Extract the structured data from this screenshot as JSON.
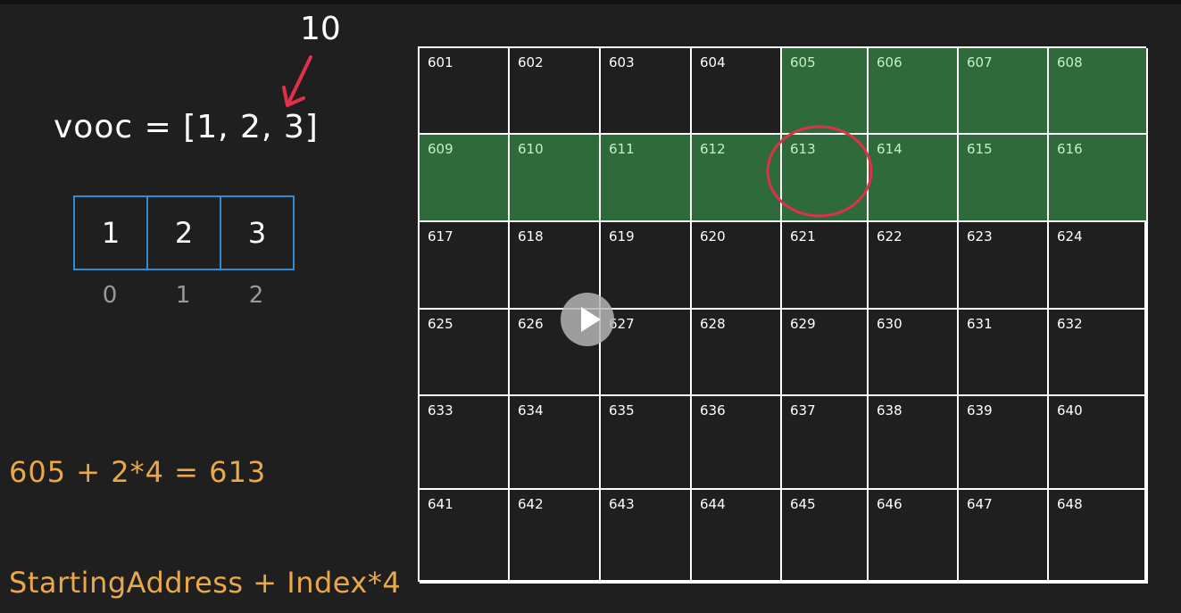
{
  "annotation": {
    "new_value": "10"
  },
  "code": {
    "line": "vooc = [1, 2, 3]"
  },
  "array_boxes": [
    "1",
    "2",
    "3"
  ],
  "indices": [
    "0",
    "1",
    "2"
  ],
  "formulas": {
    "example": "605 + 2*4 = 613",
    "general": "StartingAddress + Index*4"
  },
  "memory_grid": {
    "rows": [
      [
        "601",
        "602",
        "603",
        "604",
        "605",
        "606",
        "607",
        "608"
      ],
      [
        "609",
        "610",
        "611",
        "612",
        "613",
        "614",
        "615",
        "616"
      ],
      [
        "617",
        "618",
        "619",
        "620",
        "621",
        "622",
        "623",
        "624"
      ],
      [
        "625",
        "626",
        "627",
        "628",
        "629",
        "630",
        "631",
        "632"
      ],
      [
        "633",
        "634",
        "635",
        "636",
        "637",
        "638",
        "639",
        "640"
      ],
      [
        "641",
        "642",
        "643",
        "644",
        "645",
        "646",
        "647",
        "648"
      ]
    ],
    "highlighted": [
      "605",
      "606",
      "607",
      "608",
      "609",
      "610",
      "611",
      "612",
      "613",
      "614",
      "615",
      "616"
    ],
    "circled": "613"
  },
  "colors": {
    "background": "#1f1f1f",
    "highlight_green": "#2f6b3a",
    "formula_orange": "#e9a94a",
    "box_blue": "#2f8bd6",
    "annotation_red": "#e0304a"
  },
  "player": {
    "icon": "play-icon"
  }
}
